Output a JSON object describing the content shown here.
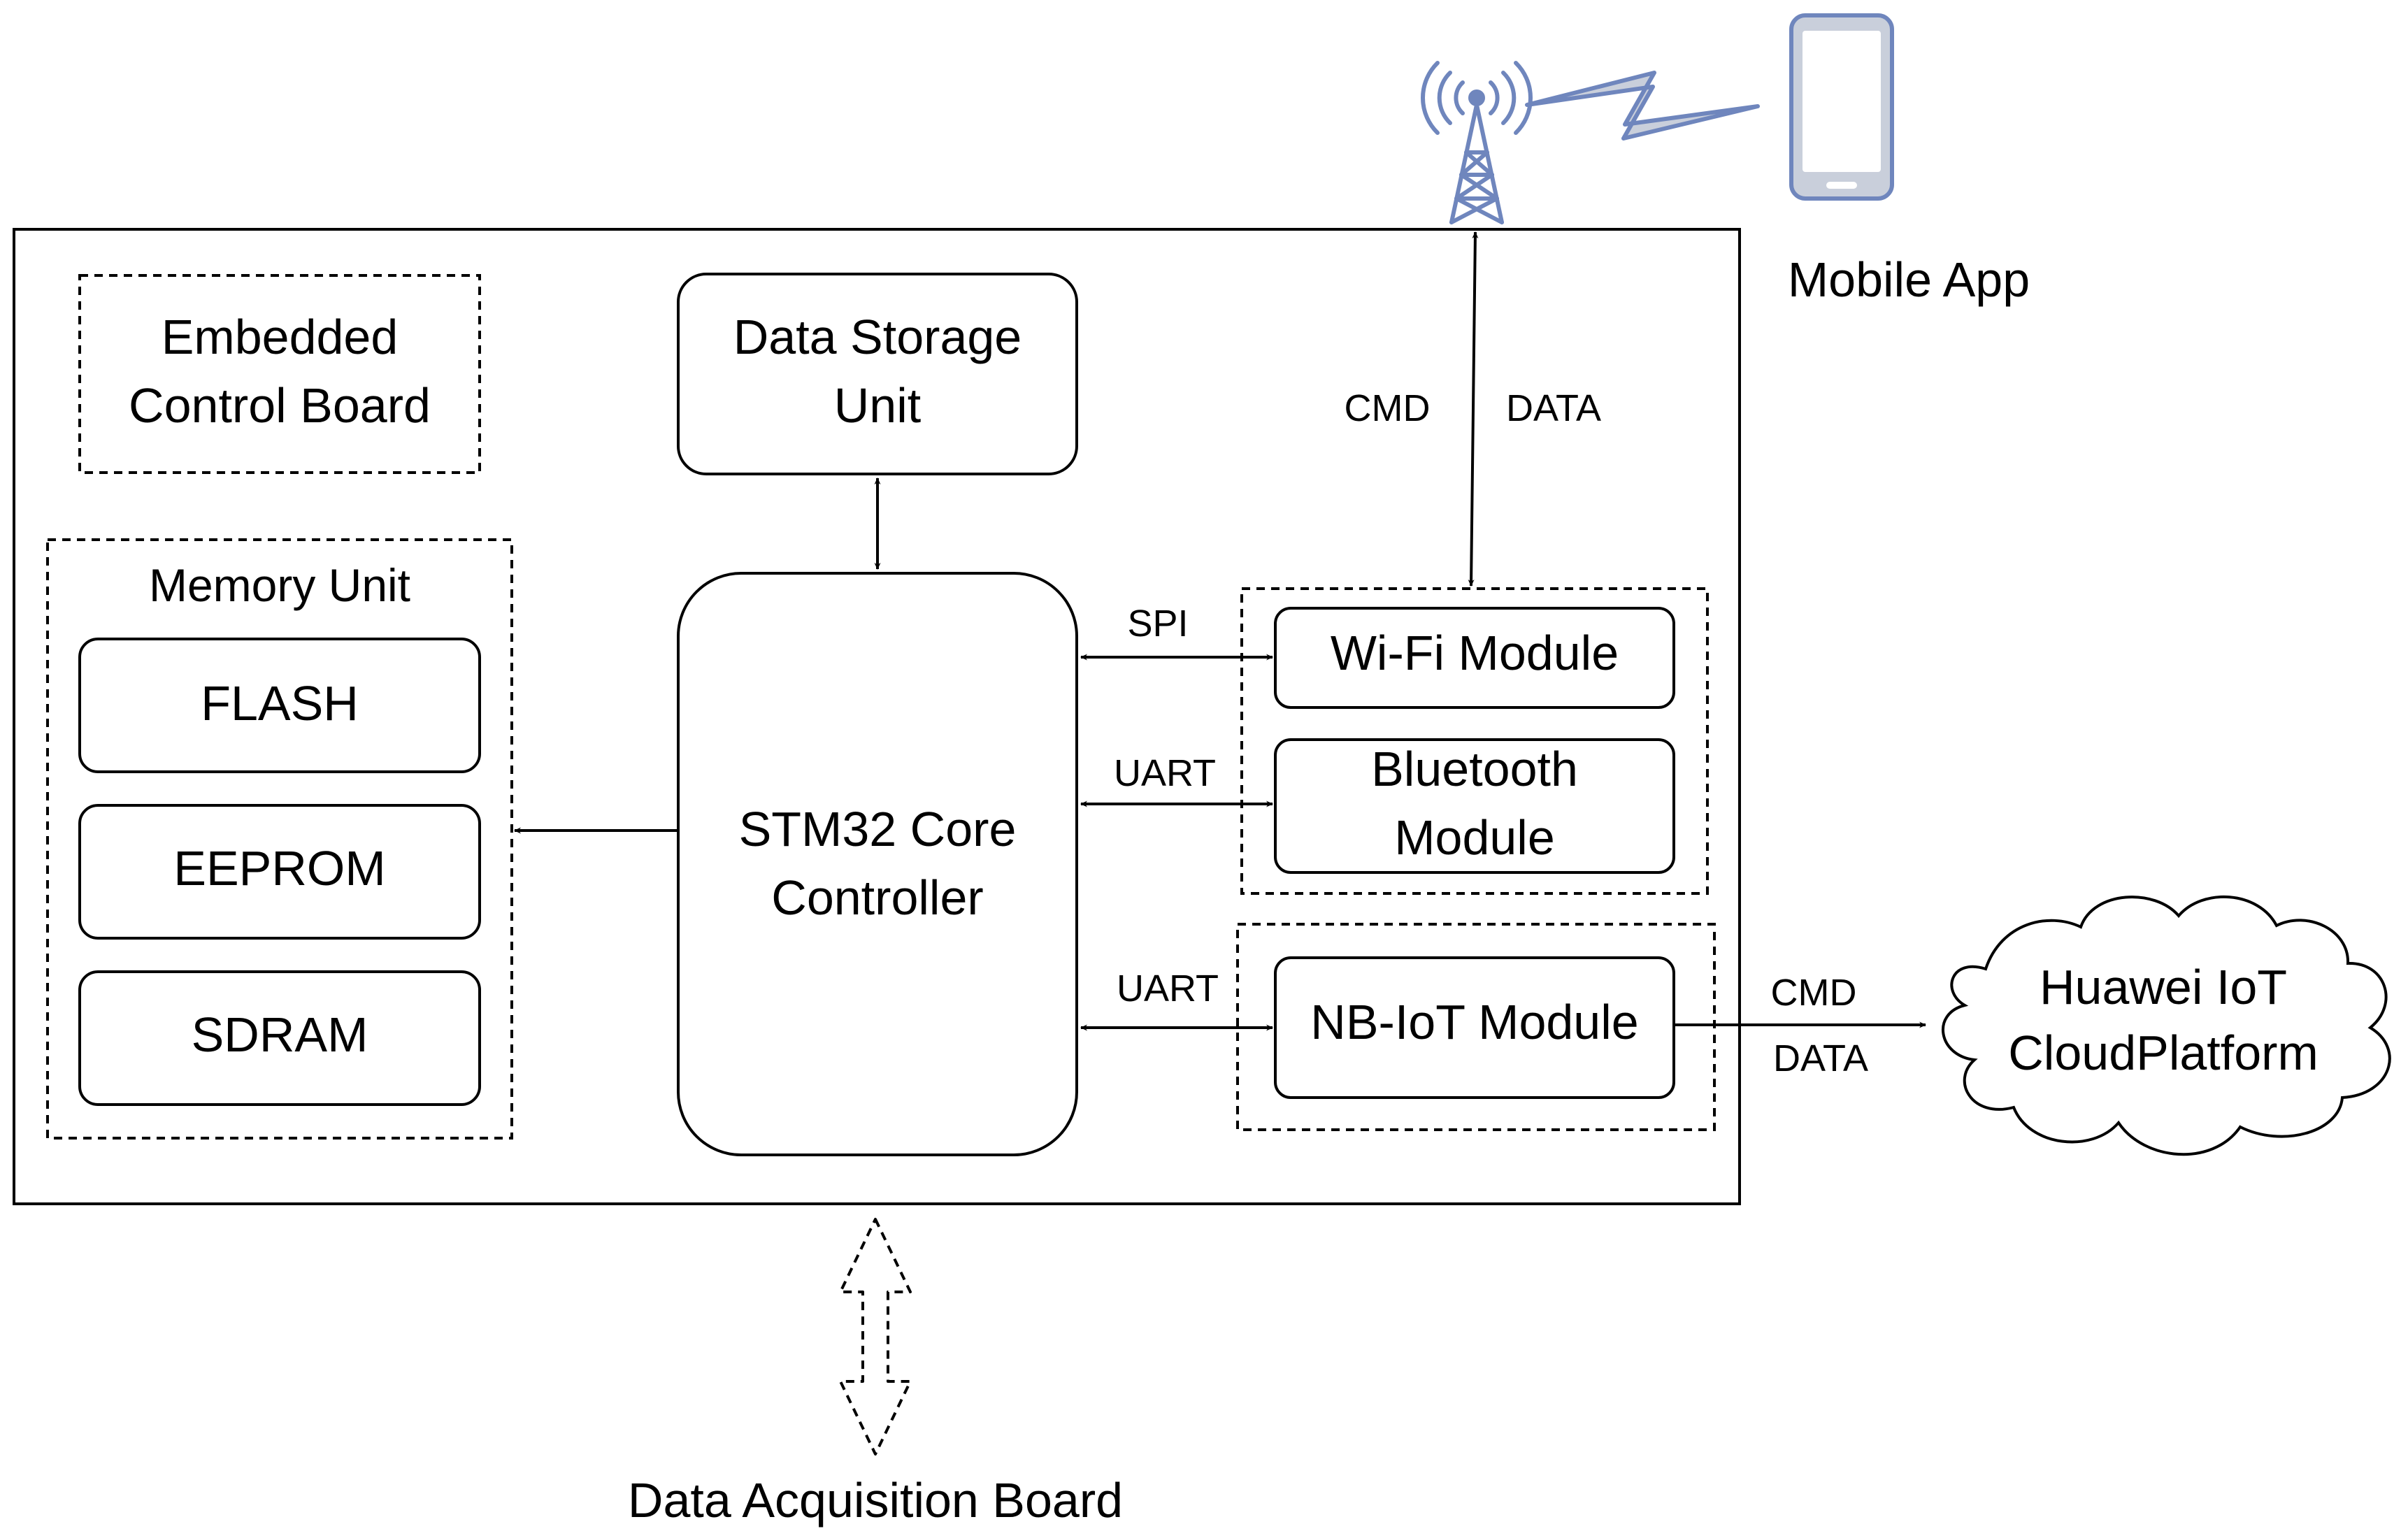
{
  "diagram": {
    "board": {
      "title_line1": "Embedded",
      "title_line2": "Control Board"
    },
    "memory": {
      "title": "Memory Unit",
      "items": [
        "FLASH",
        "EEPROM",
        "SDRAM"
      ]
    },
    "storage": {
      "line1": "Data Storage",
      "line2": "Unit"
    },
    "core": {
      "line1": "STM32 Core",
      "line2": "Controller"
    },
    "wifi": {
      "label": "Wi-Fi Module"
    },
    "bluetooth": {
      "line1": "Bluetooth",
      "line2": "Module"
    },
    "nbiot": {
      "label": "NB-IoT Module"
    },
    "links": {
      "spi": "SPI",
      "uart_bt": "UART",
      "uart_nb": "UART",
      "app_cmd": "CMD",
      "app_data": "DATA",
      "cloud_cmd": "CMD",
      "cloud_data": "DATA"
    },
    "mobile": {
      "label": "Mobile App"
    },
    "cloud": {
      "line1": "Huawei IoT",
      "line2": "CloudPlatform"
    },
    "acquisition": {
      "label": "Data Acquisition Board"
    },
    "colors": {
      "line": "#000000",
      "icon": "#6f86bd",
      "icon_fill": "#c9cfdb"
    }
  }
}
